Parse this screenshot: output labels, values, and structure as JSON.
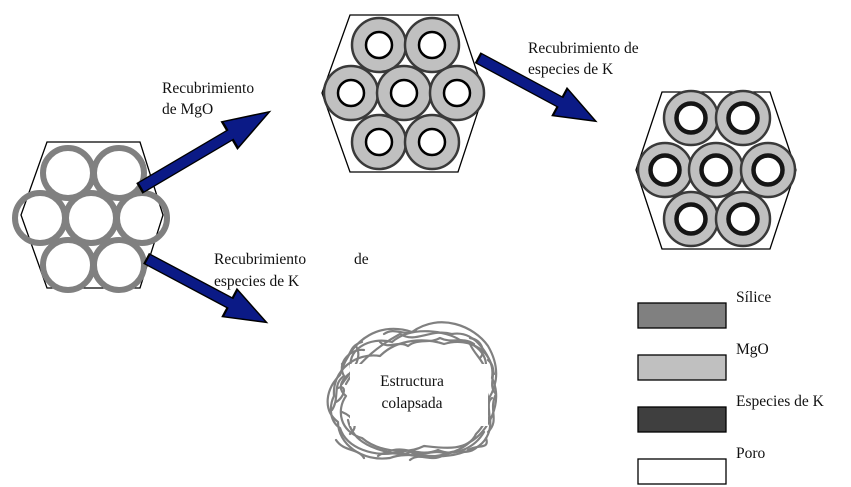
{
  "labels": {
    "mgo_coating_line1": "Recubrimiento",
    "mgo_coating_line2": "de MgO",
    "k_coating_top_line1": "Recubrimiento de",
    "k_coating_top_line2": "especies de K",
    "k_coating_bottom_line1_a": "Recubrimiento",
    "k_coating_bottom_line1_b": "de",
    "k_coating_bottom_line2": "especies de K",
    "collapsed_line1": "Estructura",
    "collapsed_line2": "colapsada"
  },
  "legend": [
    {
      "label": "Sílice",
      "color": "#808080"
    },
    {
      "label": "MgO",
      "color": "#c0c0c0"
    },
    {
      "label": "Especies de K",
      "color": "#3f3f3f"
    },
    {
      "label": "Poro",
      "color": "#ffffff"
    }
  ],
  "colors": {
    "silica": "#808080",
    "mgo": "#c0c0c0",
    "k_species": "#3f3f3f",
    "pore": "#ffffff",
    "arrow_fill": "#0b1a86",
    "arrow_stroke": "#000000"
  }
}
